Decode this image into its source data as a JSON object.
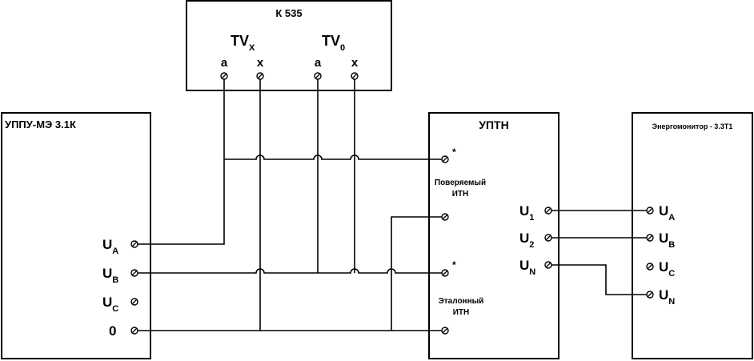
{
  "blocks": {
    "k535": {
      "title": "К 535",
      "tvx": "TV",
      "tvx_sub": "X",
      "tv0": "TV",
      "tv0_sub": "0",
      "a1": "a",
      "x1": "x",
      "a2": "a",
      "x2": "x"
    },
    "uppu": {
      "title": "УППУ-МЭ 3.1К",
      "ua": "U",
      "ua_sub": "A",
      "ub": "U",
      "ub_sub": "B",
      "uc": "U",
      "uc_sub": "C",
      "zero": "0"
    },
    "uptn": {
      "title": "УПТН",
      "star1": "*",
      "checked_1": "Поверяемый",
      "checked_2": "ИТН",
      "star2": "*",
      "ref_1": "Эталонный",
      "ref_2": "ИТН",
      "u1": "U",
      "u1_sub": "1",
      "u2": "U",
      "u2_sub": "2",
      "un": "U",
      "un_sub": "N"
    },
    "energo": {
      "title": "Энергомонитор - 3.3Т1",
      "ua": "U",
      "ua_sub": "A",
      "ub": "U",
      "ub_sub": "B",
      "uc": "U",
      "uc_sub": "C",
      "un": "U",
      "un_sub": "N"
    }
  }
}
